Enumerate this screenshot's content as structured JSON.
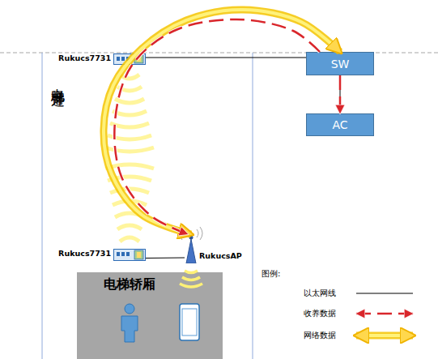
{
  "diagram": {
    "nodes": [
      {
        "text": [
          "Rukucs7731"
        ]
      },
      {
        "text": [
          "SW"
        ]
      },
      {
        "text": [
          "AC"
        ]
      },
      {
        "text": [
          "Rukucs7731"
        ]
      },
      {
        "text": [
          "RukucsAP"
        ]
      },
      {
        "text": [
          "电梯轿厢"
        ]
      }
    ],
    "edges": [
      {
        "from": 0,
        "to": 1,
        "arrow": "none"
      },
      {
        "from": 1,
        "to": 2,
        "arrow": "to"
      },
      {
        "from": 3,
        "to": 4,
        "arrow": "none"
      },
      {
        "from": 4,
        "to": 1,
        "arrow": "both"
      },
      {
        "from": 1,
        "to": 4,
        "arrow": "to"
      }
    ],
    "labels": [
      "电梯井道",
      "图例:"
    ],
    "legend": [
      {
        "text": "以太网线"
      },
      {
        "text": "收养数据"
      },
      {
        "text": "网络数据"
      }
    ]
  }
}
